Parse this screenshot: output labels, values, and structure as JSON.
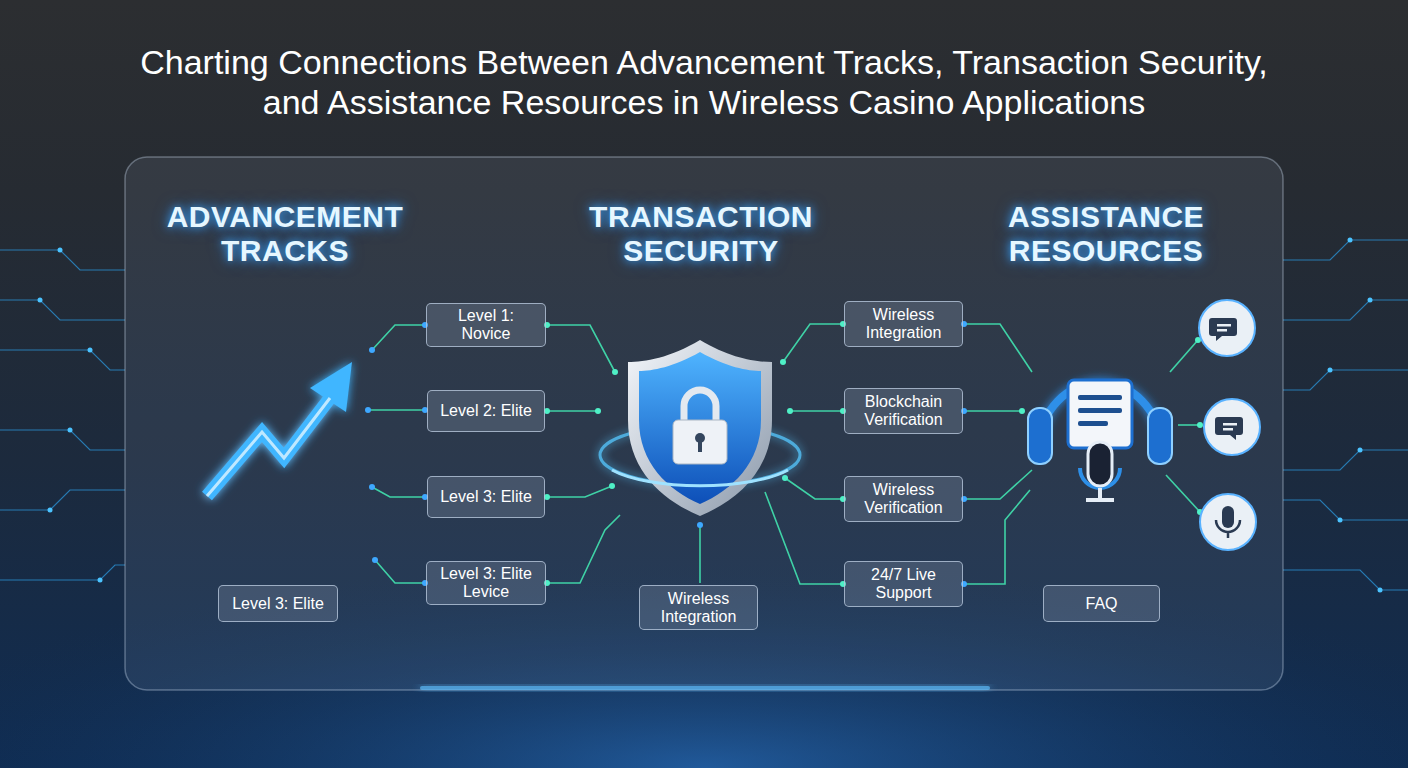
{
  "diagram": {
    "title": "Charting Connections Between Advancement Tracks, Transaction Security, and Assistance Resources in Wireless Casino Applications",
    "nodes": [
      {
        "text": [
          "Level 1: Novice"
        ]
      },
      {
        "text": [
          "Level 2: Elite"
        ]
      },
      {
        "text": [
          "Level 3: Elite"
        ]
      },
      {
        "text": [
          "Level 3: Elite Levice"
        ]
      },
      {
        "text": [
          "Level 3: Elite"
        ]
      },
      {
        "text": [
          "Wireless Integration"
        ]
      },
      {
        "text": [
          "Wireless Integration"
        ]
      },
      {
        "text": [
          "Blockchain Verification"
        ]
      },
      {
        "text": [
          "Wireless Verification"
        ]
      },
      {
        "text": [
          "24/7 Live Support"
        ]
      },
      {
        "text": [
          "FAQ"
        ]
      }
    ],
    "labels": [
      "ADVANCEMENT TRACKS",
      "TRANSACTION SECURITY",
      "ASSISTANCE RESOURCES"
    ]
  }
}
